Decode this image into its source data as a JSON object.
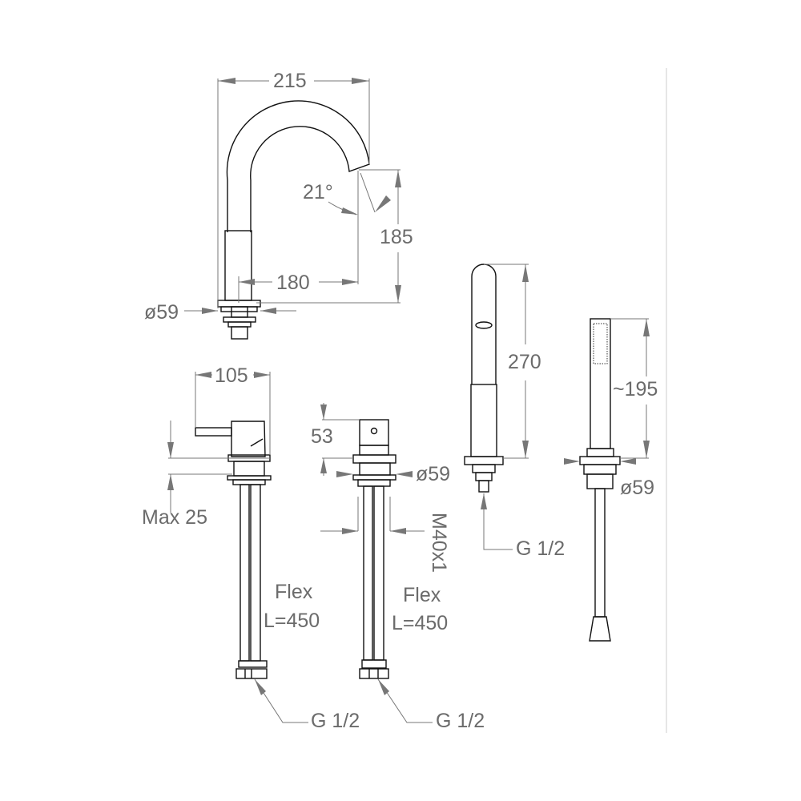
{
  "spout": {
    "width": "215",
    "angle": "21°",
    "height": "185",
    "reach": "180",
    "diameter": "ø59"
  },
  "mixer": {
    "width": "105",
    "deck": "Max 25",
    "hose": "Flex",
    "hose_length": "L=450",
    "connection": "G 1/2"
  },
  "diverter": {
    "height": "53",
    "diameter": "ø59",
    "thread": "M40x1",
    "hose": "Flex",
    "hose_length": "L=450",
    "connection": "G 1/2"
  },
  "handle": {
    "height": "270",
    "connection": "G 1/2"
  },
  "hand_shower": {
    "height": "~195",
    "diameter": "ø59"
  },
  "colors": {
    "line": "#111111",
    "dimension": "#777777",
    "text": "#6b6b6b"
  }
}
